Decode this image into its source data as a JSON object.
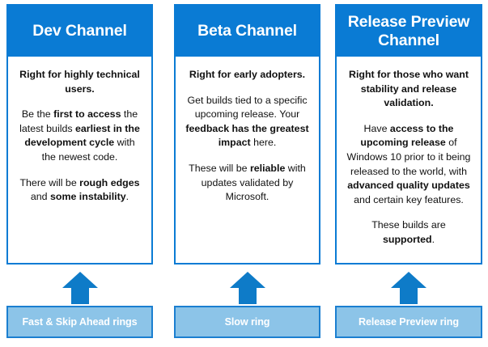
{
  "colors": {
    "header_blue": "#0A7BD4",
    "arrow_blue": "#0E7BC8",
    "ring_fill": "#8CC4E8",
    "ring_border": "#1B7FD0",
    "card_border": "#0A7BD4",
    "body_text": "#111111",
    "header_text": "#FFFFFF"
  },
  "columns": [
    {
      "id": "dev",
      "header": "Dev Channel",
      "lede": "Right for highly technical users.",
      "paragraphs": [
        [
          {
            "t": "Be the ",
            "b": false
          },
          {
            "t": "first to access",
            "b": true
          },
          {
            "t": " the latest builds ",
            "b": false
          },
          {
            "t": "earliest in the development cycle",
            "b": true
          },
          {
            "t": " with the newest code.",
            "b": false
          }
        ],
        [
          {
            "t": "There will be ",
            "b": false
          },
          {
            "t": "rough edges",
            "b": true
          },
          {
            "t": " and ",
            "b": false
          },
          {
            "t": "some instability",
            "b": true
          },
          {
            "t": ".",
            "b": false
          }
        ]
      ],
      "arrow_icon": "up-arrow-icon",
      "ring_label": "Fast & Skip Ahead rings"
    },
    {
      "id": "beta",
      "header": "Beta Channel",
      "lede": "Right for early adopters.",
      "paragraphs": [
        [
          {
            "t": "Get builds tied to a specific upcoming release. Your ",
            "b": false
          },
          {
            "t": "feedback has the greatest impact",
            "b": true
          },
          {
            "t": " here.",
            "b": false
          }
        ],
        [
          {
            "t": "These will be ",
            "b": false
          },
          {
            "t": "reliable",
            "b": true
          },
          {
            "t": " with updates validated by Microsoft.",
            "b": false
          }
        ]
      ],
      "arrow_icon": "up-arrow-icon",
      "ring_label": "Slow ring"
    },
    {
      "id": "release-preview",
      "header": "Release Preview Channel",
      "lede": "Right for those who want stability and release validation.",
      "paragraphs": [
        [
          {
            "t": "Have ",
            "b": false
          },
          {
            "t": "access to the upcoming release",
            "b": true
          },
          {
            "t": " of Windows 10 prior to it being released to the world, with ",
            "b": false
          },
          {
            "t": "advanced quality updates",
            "b": true
          },
          {
            "t": " and certain key features.",
            "b": false
          }
        ],
        [
          {
            "t": "These builds are ",
            "b": false
          },
          {
            "t": "supported",
            "b": true
          },
          {
            "t": ".",
            "b": false
          }
        ]
      ],
      "arrow_icon": "up-arrow-icon",
      "ring_label": "Release Preview ring"
    }
  ]
}
